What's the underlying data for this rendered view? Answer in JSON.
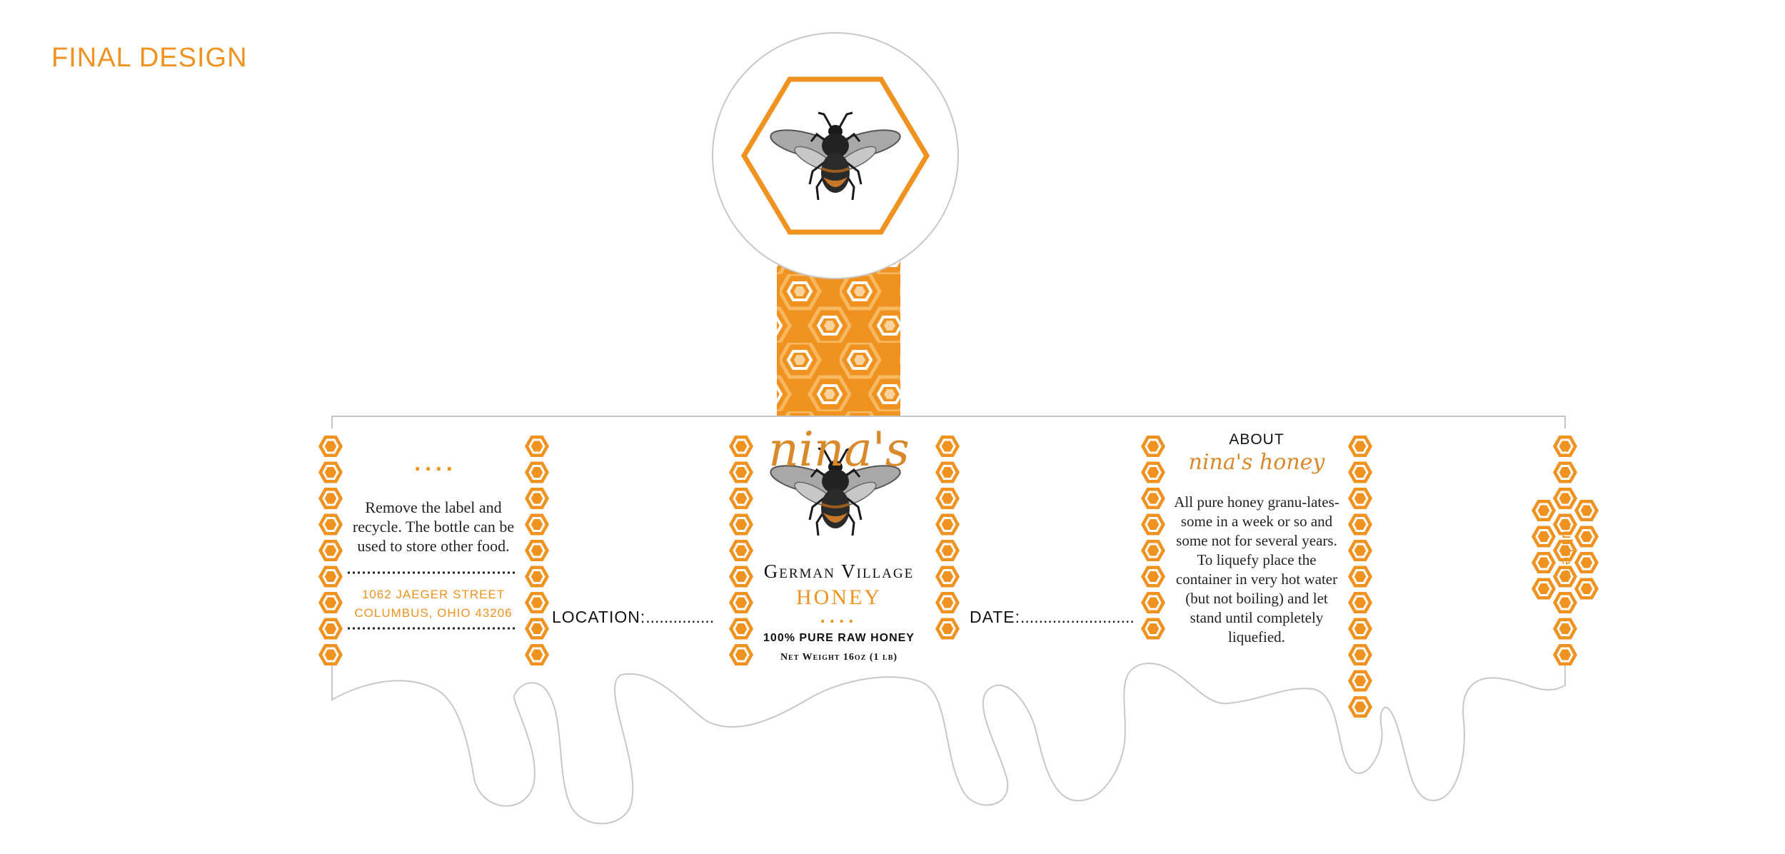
{
  "title": "FINAL DESIGN",
  "back_panel": {
    "dots": "....",
    "instructions": "Remove the label and recycle. The bottle can be used to store other food.",
    "address_line1": "1062 JAEGER STREET",
    "address_line2": "COLUMBUS, OHIO 43206"
  },
  "location_label": "LOCATION:",
  "location_dots": "...............",
  "front_panel": {
    "brand": "nina's",
    "name": "German Village",
    "product": "HONEY",
    "dots": "....",
    "tagline": "100% PURE RAW HONEY",
    "net_weight": "Net Weight 16oz (1 lb)"
  },
  "date_label": "DATE:",
  "date_dots": ".........................",
  "about_panel": {
    "heading": "ABOUT",
    "subheading": "nina's honey",
    "text": "All pure honey granu-lates-some in a week or so and some not for several years. To liquefy place the container in very hot water (but not boiling) and let stand until completely liquefied."
  },
  "pull_tab": {
    "label": "pull here"
  },
  "colors": {
    "orange": "#f0921f",
    "light_orange": "#f7b35a",
    "outline": "#b8b8b8"
  }
}
